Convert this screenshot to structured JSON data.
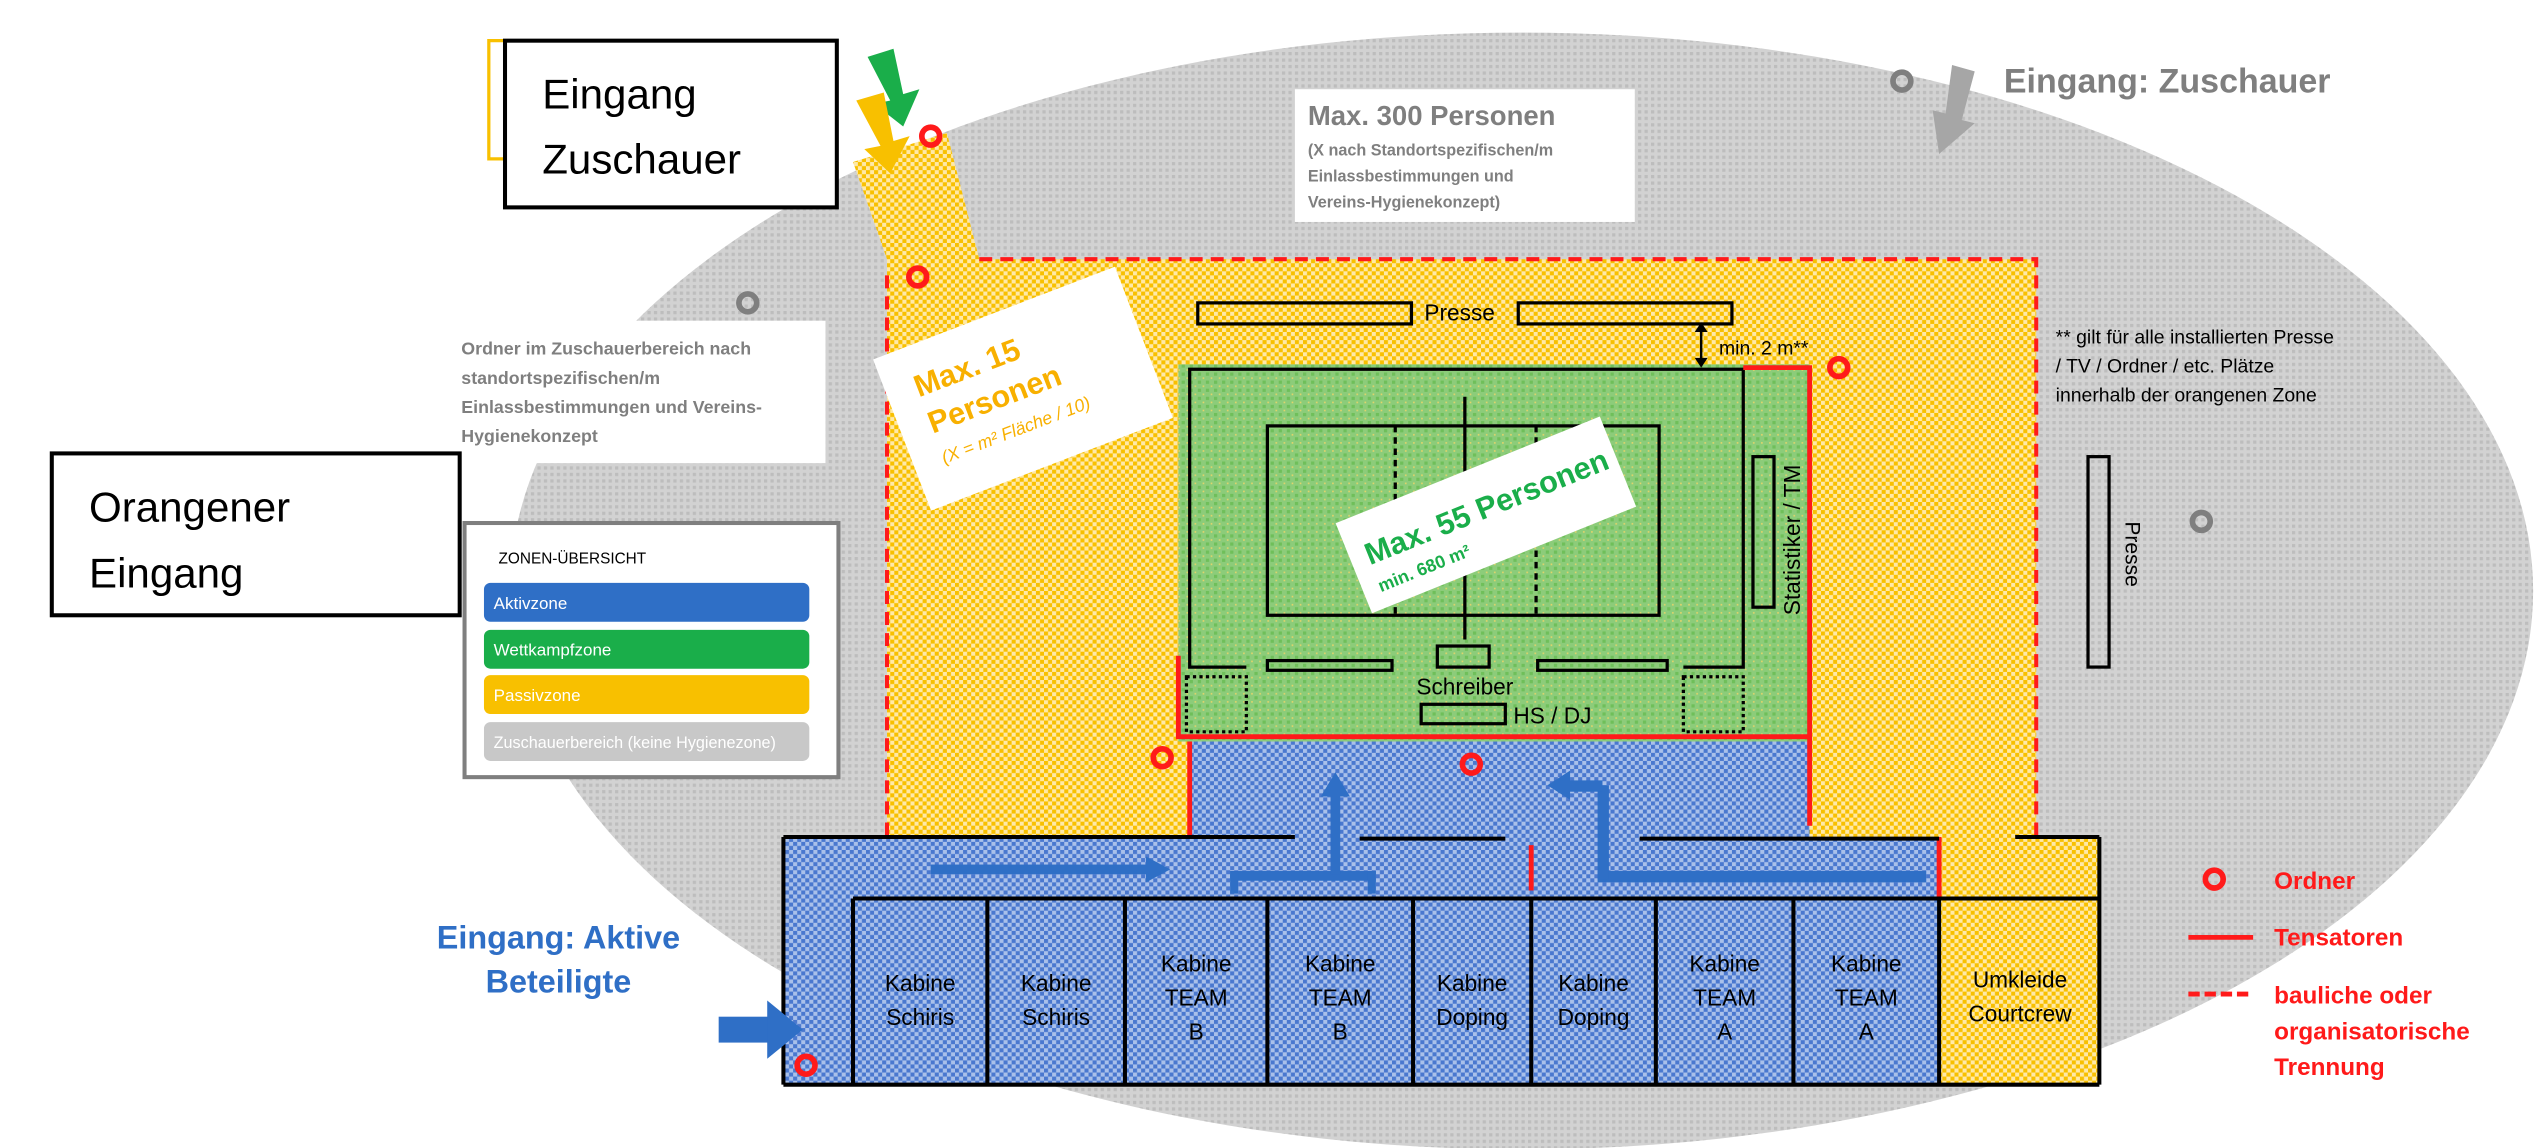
{
  "colors": {
    "aktivzone": "#2f6fc6",
    "wettkampfzone": "#1aae4a",
    "passivzone": "#f8c000",
    "zuschauer": "#c8c8c8",
    "ordner_red": "#ff1a1a",
    "grey_text": "#7f7f7f"
  },
  "labels": {
    "eingang_zuschauer_box": [
      "Eingang",
      "Zuschauer"
    ],
    "orangener_eingang_box": [
      "Orangener",
      "Eingang"
    ],
    "eingang_zuschauer_top": "Eingang: Zuschauer",
    "eingang_aktive": [
      "Eingang: Aktive",
      "Beteiligte"
    ],
    "max300": {
      "title": "Max. 300 Personen",
      "lines": [
        "(X nach Standortspezifischen/m",
        "Einlassbestimmungen und",
        "Vereins-Hygienekonzept)"
      ]
    },
    "ordner_note": [
      "Ordner im Zuschauerbereich nach",
      "standortspezifischen/m",
      "Einlassbestimmungen und Vereins-",
      "Hygienekonzept"
    ],
    "max15": {
      "title": [
        "Max. 15",
        "Personen"
      ],
      "sub": "(X = m² Fläche / 10)"
    },
    "max55": {
      "title": "Max. 55 Personen",
      "sub": "min. 680 m²"
    },
    "presse": "Presse",
    "presse_right": "Presse",
    "min2m": "min. 2 m**",
    "footnote": [
      "** gilt für alle installierten Presse",
      "/ TV / Ordner / etc. Plätze",
      "innerhalb der orangenen Zone"
    ],
    "statistiker": "Statistiker / TM",
    "schreiber": "Schreiber",
    "hsdj": "HS / DJ"
  },
  "zone_legend": {
    "title": "ZONEN-ÜBERSICHT",
    "items": [
      "Aktivzone",
      "Wettkampfzone",
      "Passivzone",
      "Zuschauerbereich (keine Hygienezone)"
    ]
  },
  "kabinen": [
    [
      "Kabine",
      "Schiris"
    ],
    [
      "Kabine",
      "Schiris"
    ],
    [
      "Kabine",
      "TEAM",
      "B"
    ],
    [
      "Kabine",
      "TEAM",
      "B"
    ],
    [
      "Kabine",
      "Doping"
    ],
    [
      "Kabine",
      "Doping"
    ],
    [
      "Kabine",
      "TEAM",
      "A"
    ],
    [
      "Kabine",
      "TEAM",
      "A"
    ]
  ],
  "umkleide": [
    "Umkleide",
    "Courtcrew"
  ],
  "symbol_legend": {
    "ordner": "Ordner",
    "tensatoren": "Tensatoren",
    "trennung": [
      "bauliche oder",
      "organisatorische",
      "Trennung"
    ]
  }
}
